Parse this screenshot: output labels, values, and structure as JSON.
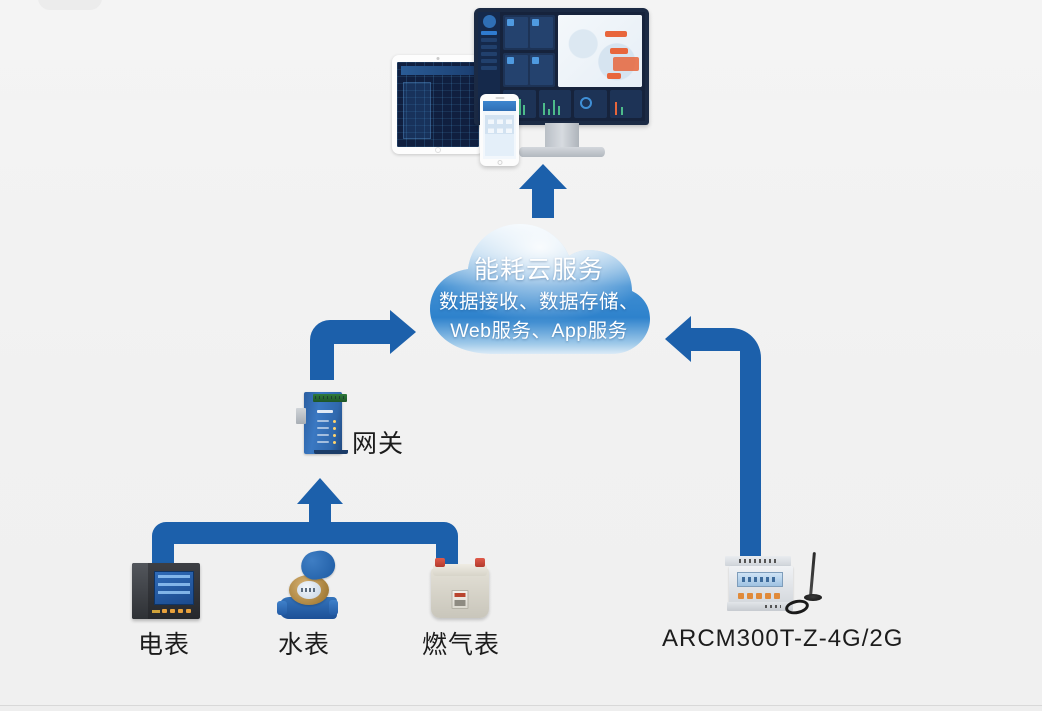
{
  "diagram": {
    "title_text": "能耗云服务",
    "cloud": {
      "title": "能耗云服务",
      "line1": "数据接收、数据存储、",
      "line2": "Web服务、App服务"
    },
    "nodes": {
      "gateway_label": "网关",
      "electric_meter_label": "电表",
      "water_meter_label": "水表",
      "gas_meter_label": "燃气表",
      "arcm_label": "ARCM300T-Z-4G/2G"
    },
    "arrows": {
      "cloud_to_display": "arrow-up-icon",
      "gateway_to_cloud": "arrow-elbow-up-right-icon",
      "arcm_to_cloud": "arrow-elbow-up-left-icon",
      "meters_to_gateway": "arrow-bus-up-icon"
    },
    "icons": {
      "tablet": "tablet-device-icon",
      "monitor": "desktop-monitor-icon",
      "phone": "smartphone-device-icon",
      "gateway": "gateway-module-icon",
      "electric_meter": "electric-meter-icon",
      "water_meter": "water-meter-icon",
      "gas_meter": "gas-meter-icon",
      "arcm_device": "arcm300t-module-icon",
      "antenna": "antenna-icon"
    },
    "colors": {
      "arrow_blue": "#1c60ab",
      "cloud_blue": "#2f86d0",
      "cloud_light": "#cfe4f5",
      "background": "#f2f2f2",
      "label_text": "#1c1c1c"
    }
  }
}
